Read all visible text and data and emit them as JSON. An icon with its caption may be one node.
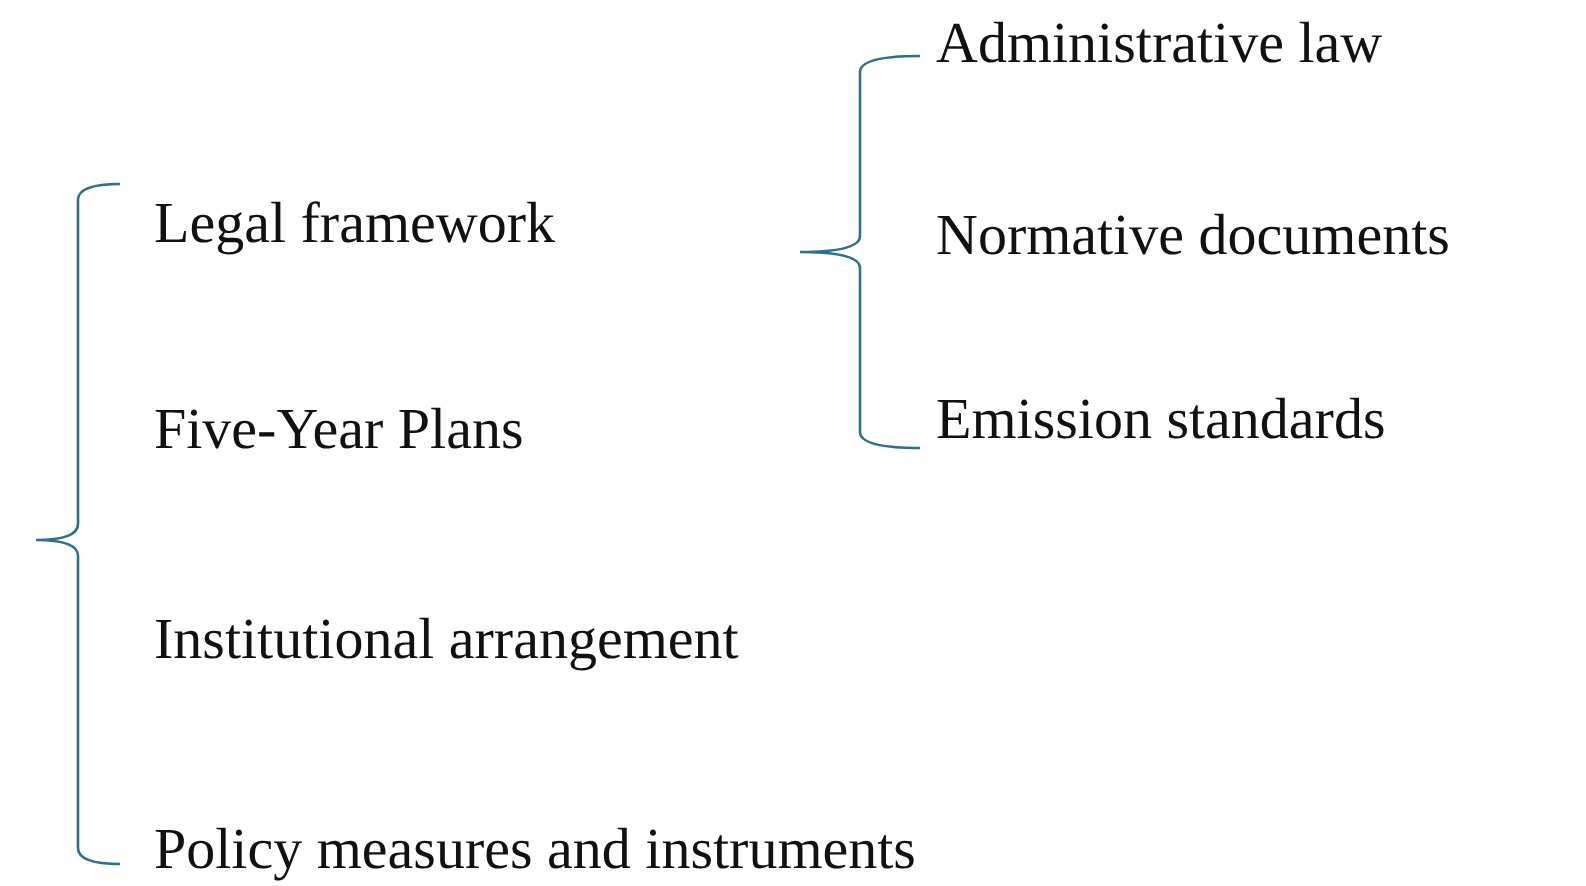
{
  "diagram": {
    "labels": [
      "Administrative law",
      "Legal framework",
      "Normative documents",
      "Five-Year Plans",
      "Emission standards",
      "Institutional arrangement",
      "Policy measures and instruments"
    ]
  }
}
